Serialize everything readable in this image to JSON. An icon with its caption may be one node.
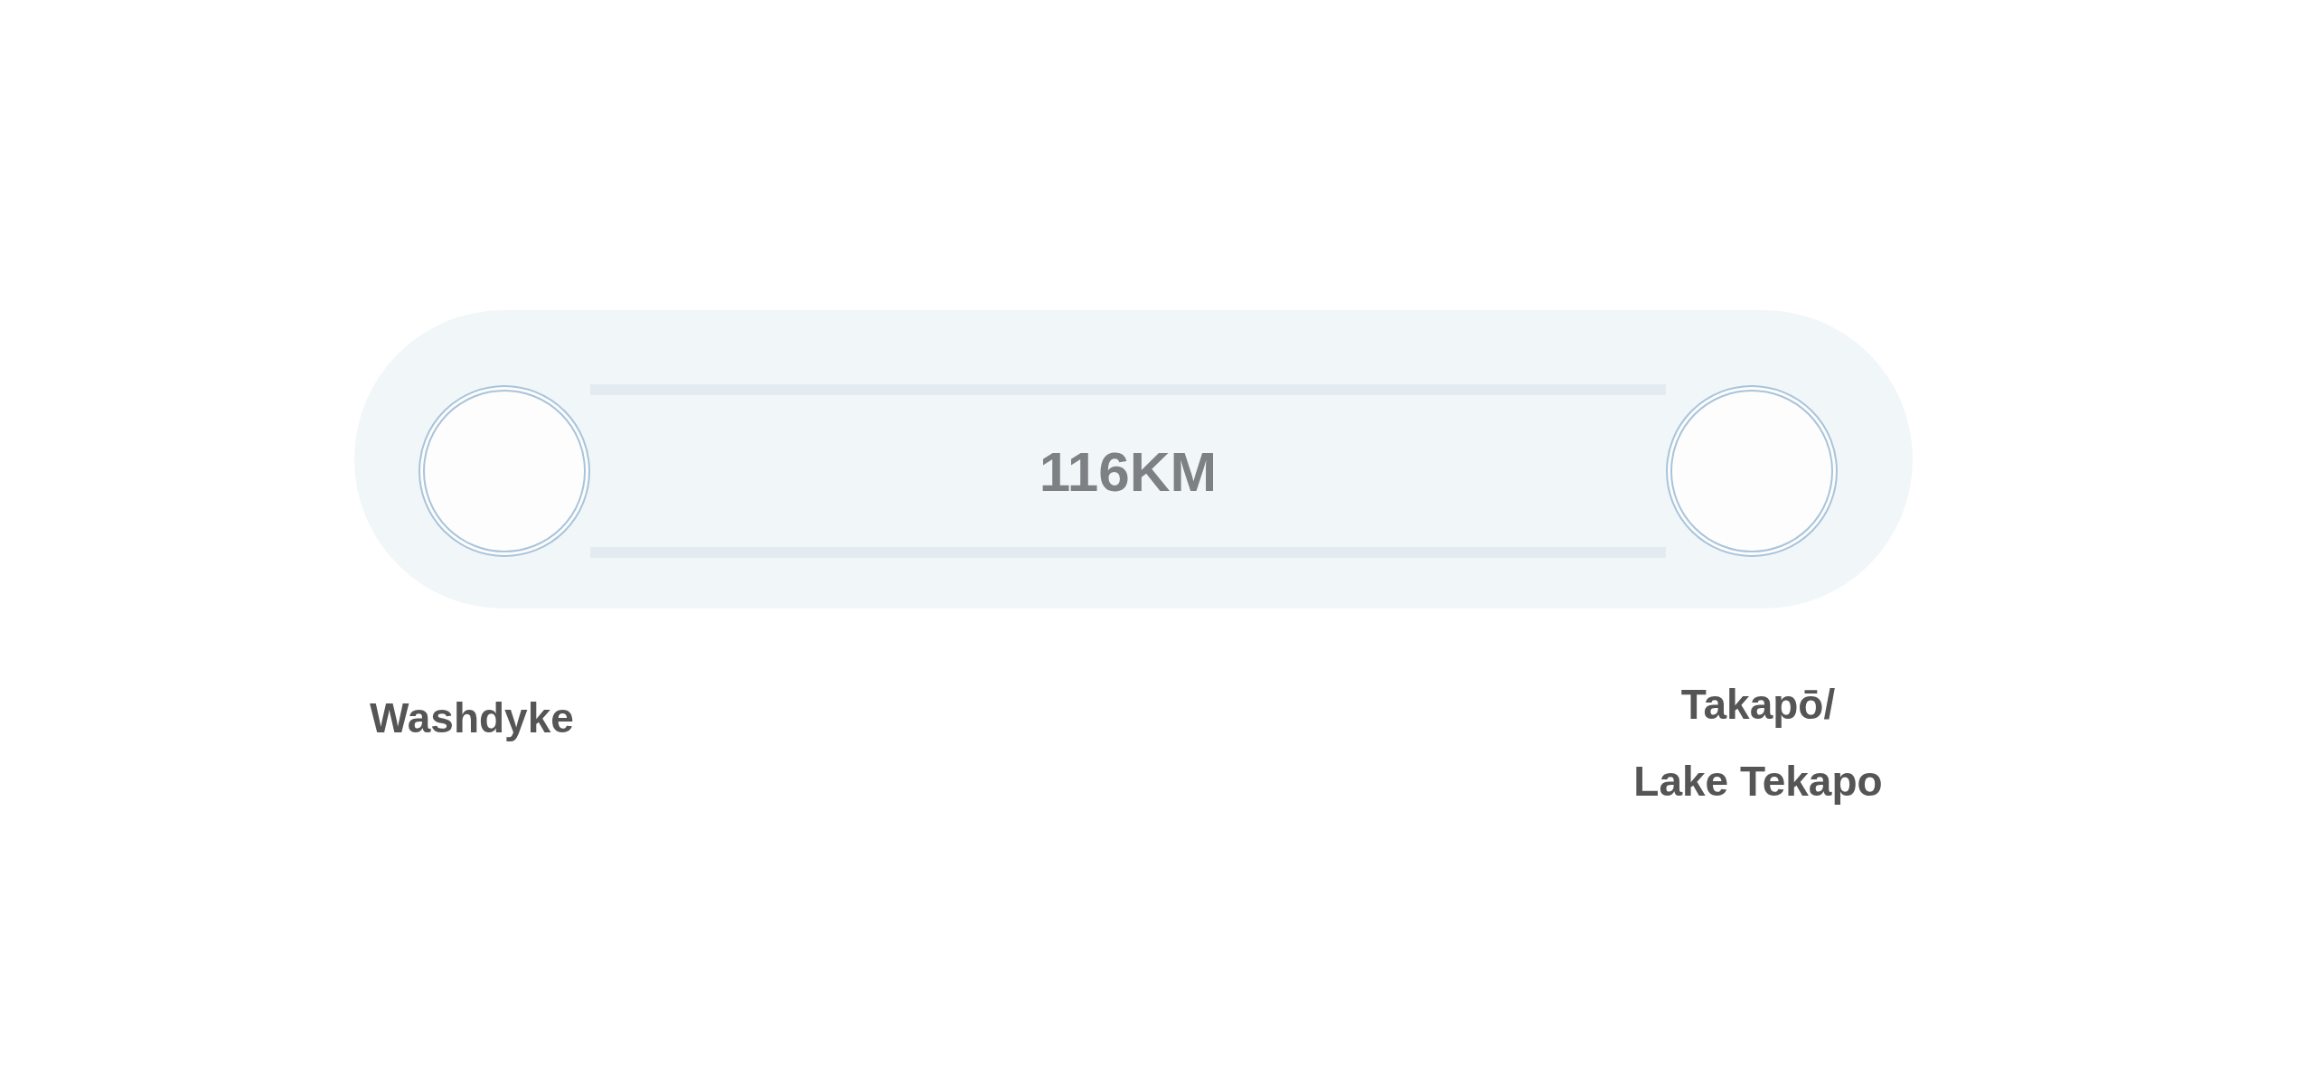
{
  "diagram": {
    "nodes": [
      {
        "text": [],
        "shape": "circle",
        "beside": [
          "Washdyke"
        ]
      },
      {
        "text": [],
        "shape": "circle",
        "beside": [
          "Takapō/ Lake Tekapo"
        ]
      }
    ],
    "edges": [
      {
        "from": 0,
        "to": 1,
        "arrow": "none",
        "label": "116KM"
      }
    ]
  }
}
